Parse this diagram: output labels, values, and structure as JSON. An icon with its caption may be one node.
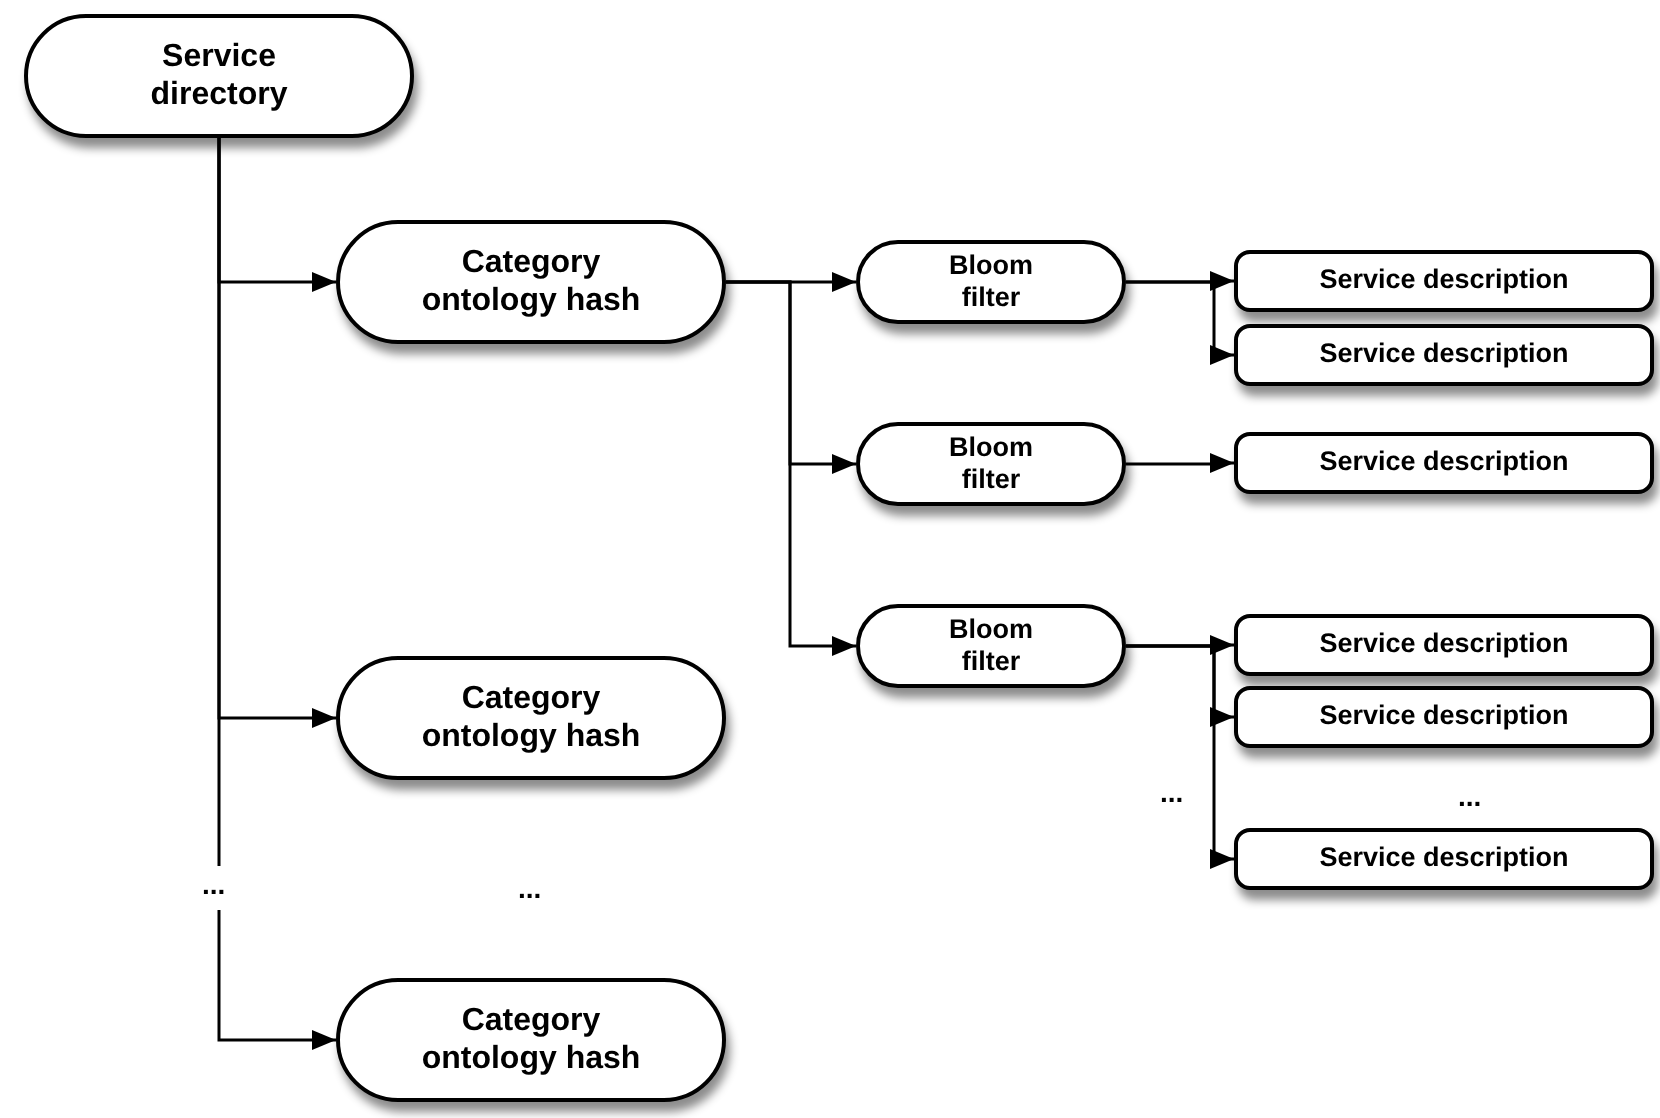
{
  "diagram": {
    "nodes": [
      {
        "text": [
          "Service directory"
        ]
      },
      {
        "text": [
          "Category ontology hash"
        ]
      },
      {
        "text": [
          "Bloom filter"
        ]
      },
      {
        "text": [
          "Service description"
        ]
      },
      {
        "text": [
          "Service description"
        ]
      },
      {
        "text": [
          "Bloom filter"
        ]
      },
      {
        "text": [
          "Service description"
        ]
      },
      {
        "text": [
          "Bloom filter"
        ]
      },
      {
        "text": [
          "Service description"
        ]
      },
      {
        "text": [
          "Service description"
        ]
      },
      {
        "text": [
          "Service description"
        ]
      },
      {
        "text": [
          "Category ontology hash"
        ]
      },
      {
        "text": [
          "Category ontology hash"
        ]
      }
    ],
    "edges": [
      {
        "from": 0,
        "to": 1,
        "arrow": "to"
      },
      {
        "from": 0,
        "to": 11,
        "arrow": "to"
      },
      {
        "from": 0,
        "to": 12,
        "arrow": "to"
      },
      {
        "from": 1,
        "to": 2,
        "arrow": "to"
      },
      {
        "from": 1,
        "to": 5,
        "arrow": "to"
      },
      {
        "from": 1,
        "to": 7,
        "arrow": "to"
      },
      {
        "from": 2,
        "to": 3,
        "arrow": "to"
      },
      {
        "from": 2,
        "to": 4,
        "arrow": "to"
      },
      {
        "from": 5,
        "to": 6,
        "arrow": "to"
      },
      {
        "from": 7,
        "to": 8,
        "arrow": "to"
      },
      {
        "from": 7,
        "to": 9,
        "arrow": "to"
      },
      {
        "from": 7,
        "to": 10,
        "arrow": "to"
      }
    ],
    "labels": [
      "...",
      "...",
      "...",
      "..."
    ]
  }
}
